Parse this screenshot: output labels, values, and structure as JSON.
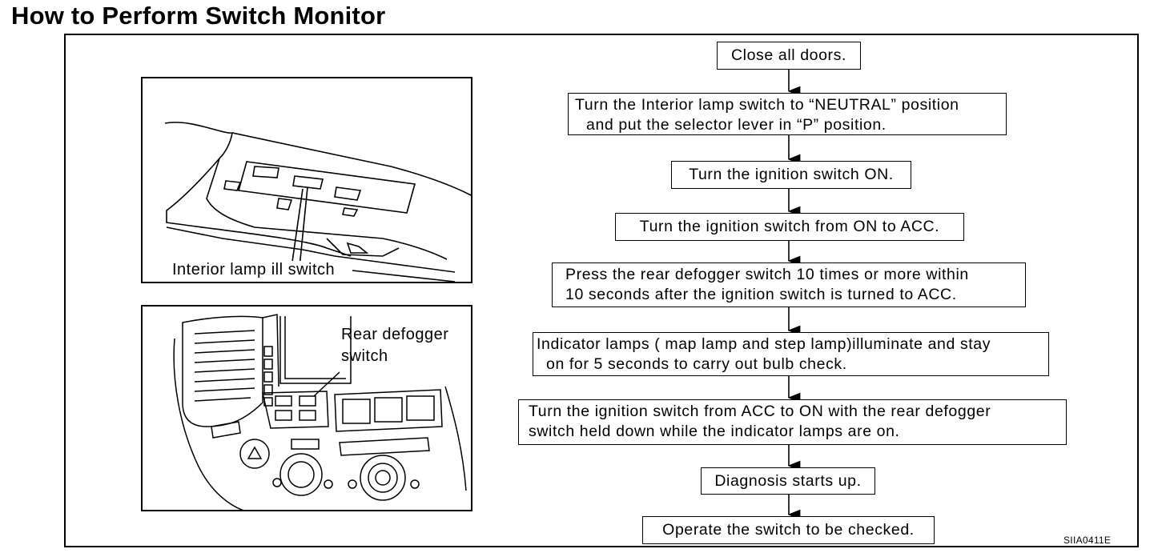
{
  "title": "How to Perform Switch Monitor",
  "figure_code": "SIIA0411E",
  "panel1": {
    "label": "Interior lamp ill switch"
  },
  "panel2": {
    "label_line1": "Rear defogger",
    "label_line2": "switch"
  },
  "steps": [
    {
      "line1": "Close all doors.",
      "line2": ""
    },
    {
      "line1": "Turn the Interior lamp switch to “NEUTRAL” position",
      "line2": "and put the selector lever in “P” position."
    },
    {
      "line1": "Turn the ignition switch ON.",
      "line2": ""
    },
    {
      "line1": "Turn the ignition switch from ON to ACC.",
      "line2": ""
    },
    {
      "line1": "Press the rear defogger switch 10 times or more within",
      "line2": "10 seconds after the ignition switch is turned to ACC."
    },
    {
      "line1": "Indicator lamps ( map lamp and step lamp)illuminate and stay",
      "line2": "on for 5 seconds to carry out bulb check."
    },
    {
      "line1": "Turn the ignition switch from ACC to ON with the rear defogger",
      "line2": "switch held down while the indicator lamps are on."
    },
    {
      "line1": "Diagnosis starts up.",
      "line2": ""
    },
    {
      "line1": "Operate the switch to be checked.",
      "line2": ""
    }
  ]
}
